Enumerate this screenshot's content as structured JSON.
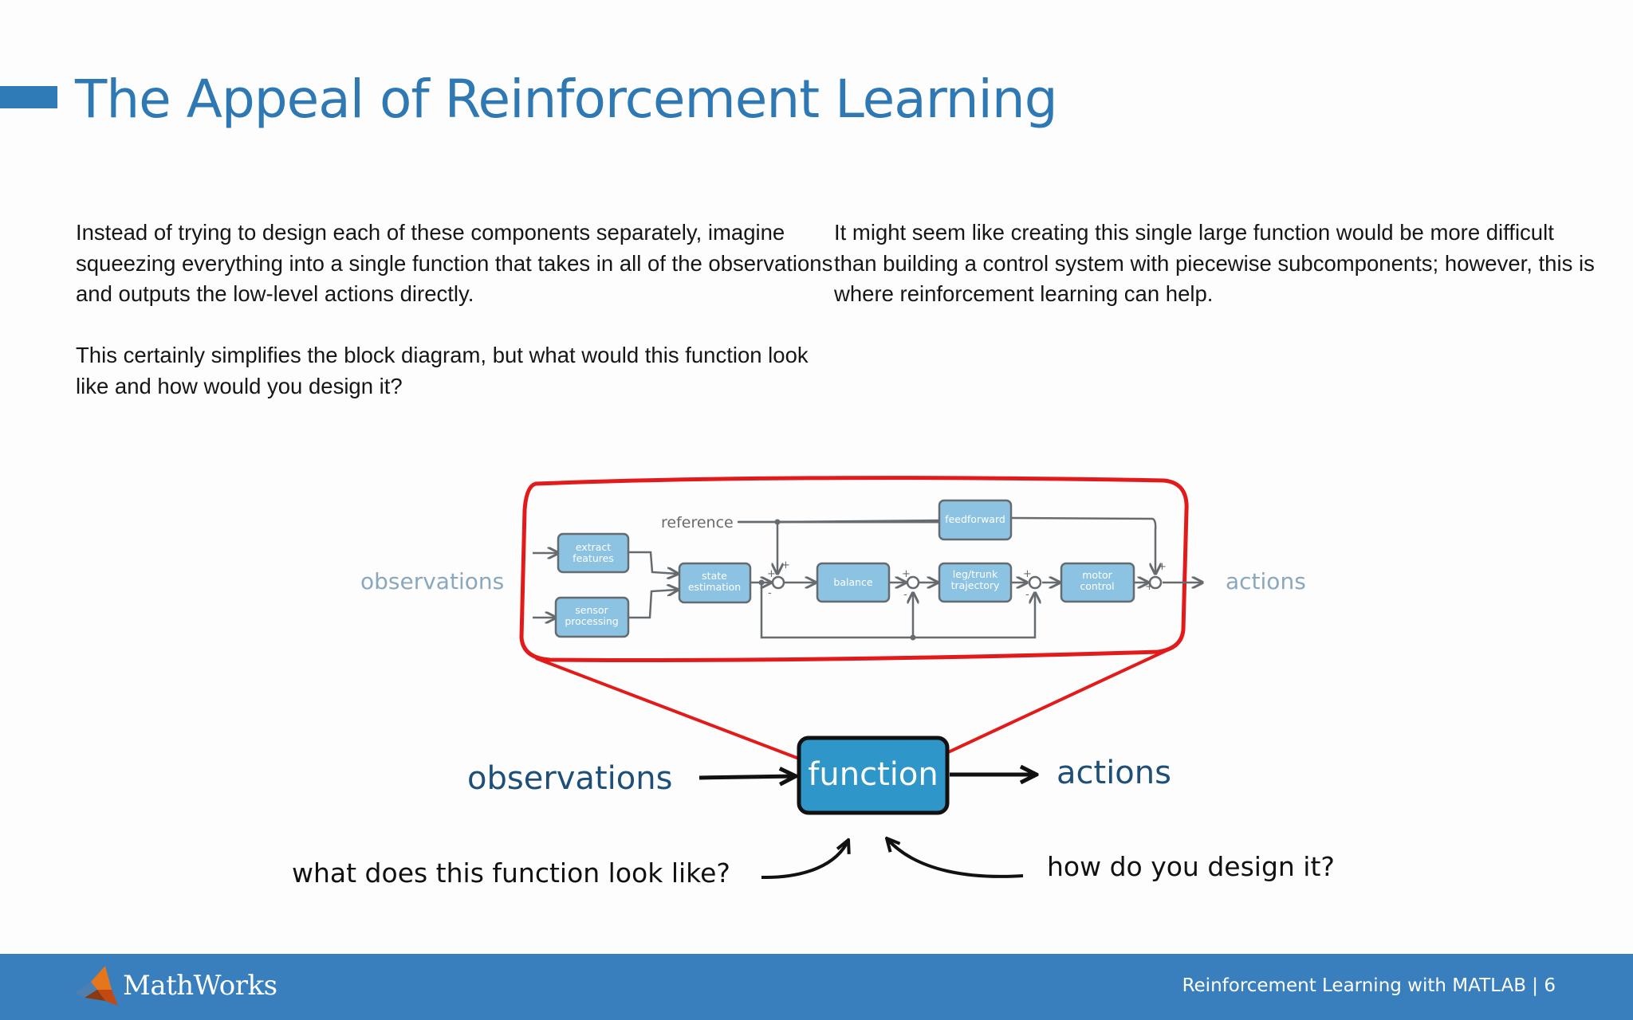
{
  "slide": {
    "title": "The Appeal of Reinforcement Learning",
    "paragraph_1": "Instead of trying to design each of these components separately, imagine squeezing everything into a single function that takes in all of the observations and outputs the low-level actions directly.",
    "paragraph_2": "This certainly simplifies the block diagram, but what would this function look like and how would you design it?",
    "paragraph_3": "It might seem like creating this single large function would be more difficult than building a control system with piecewise subcomponents; however, this is where reinforcement learning can help."
  },
  "diagram": {
    "detail": {
      "observations": "observations",
      "actions": "actions",
      "reference": "reference",
      "blocks": {
        "extract_features": [
          "extract",
          "features"
        ],
        "sensor_processing": [
          "sensor",
          "processing"
        ],
        "state_estimation": [
          "state",
          "estimation"
        ],
        "balance": [
          "balance"
        ],
        "leg_trunk_trajectory": [
          "leg/trunk",
          "trajectory"
        ],
        "feedforward": [
          "feedforward"
        ],
        "motor_control": [
          "motor",
          "control"
        ]
      }
    },
    "simplified": {
      "observations": "observations",
      "function": "function",
      "actions": "actions",
      "question_left": "what does this function look like?",
      "question_right": "how do you design it?"
    },
    "colors": {
      "block_fill": "#8cc3e2",
      "block_stroke": "#666b70",
      "highlight": "#e21a1a",
      "function_fill": "#2e96c8",
      "label_muted": "#8aa8bd",
      "label_dark": "#1e4f78"
    }
  },
  "footer": {
    "logo_text": "MathWorks",
    "logo_icon": "mathworks-membrane-logo",
    "right_text": "Reinforcement Learning with MATLAB  |  6"
  }
}
